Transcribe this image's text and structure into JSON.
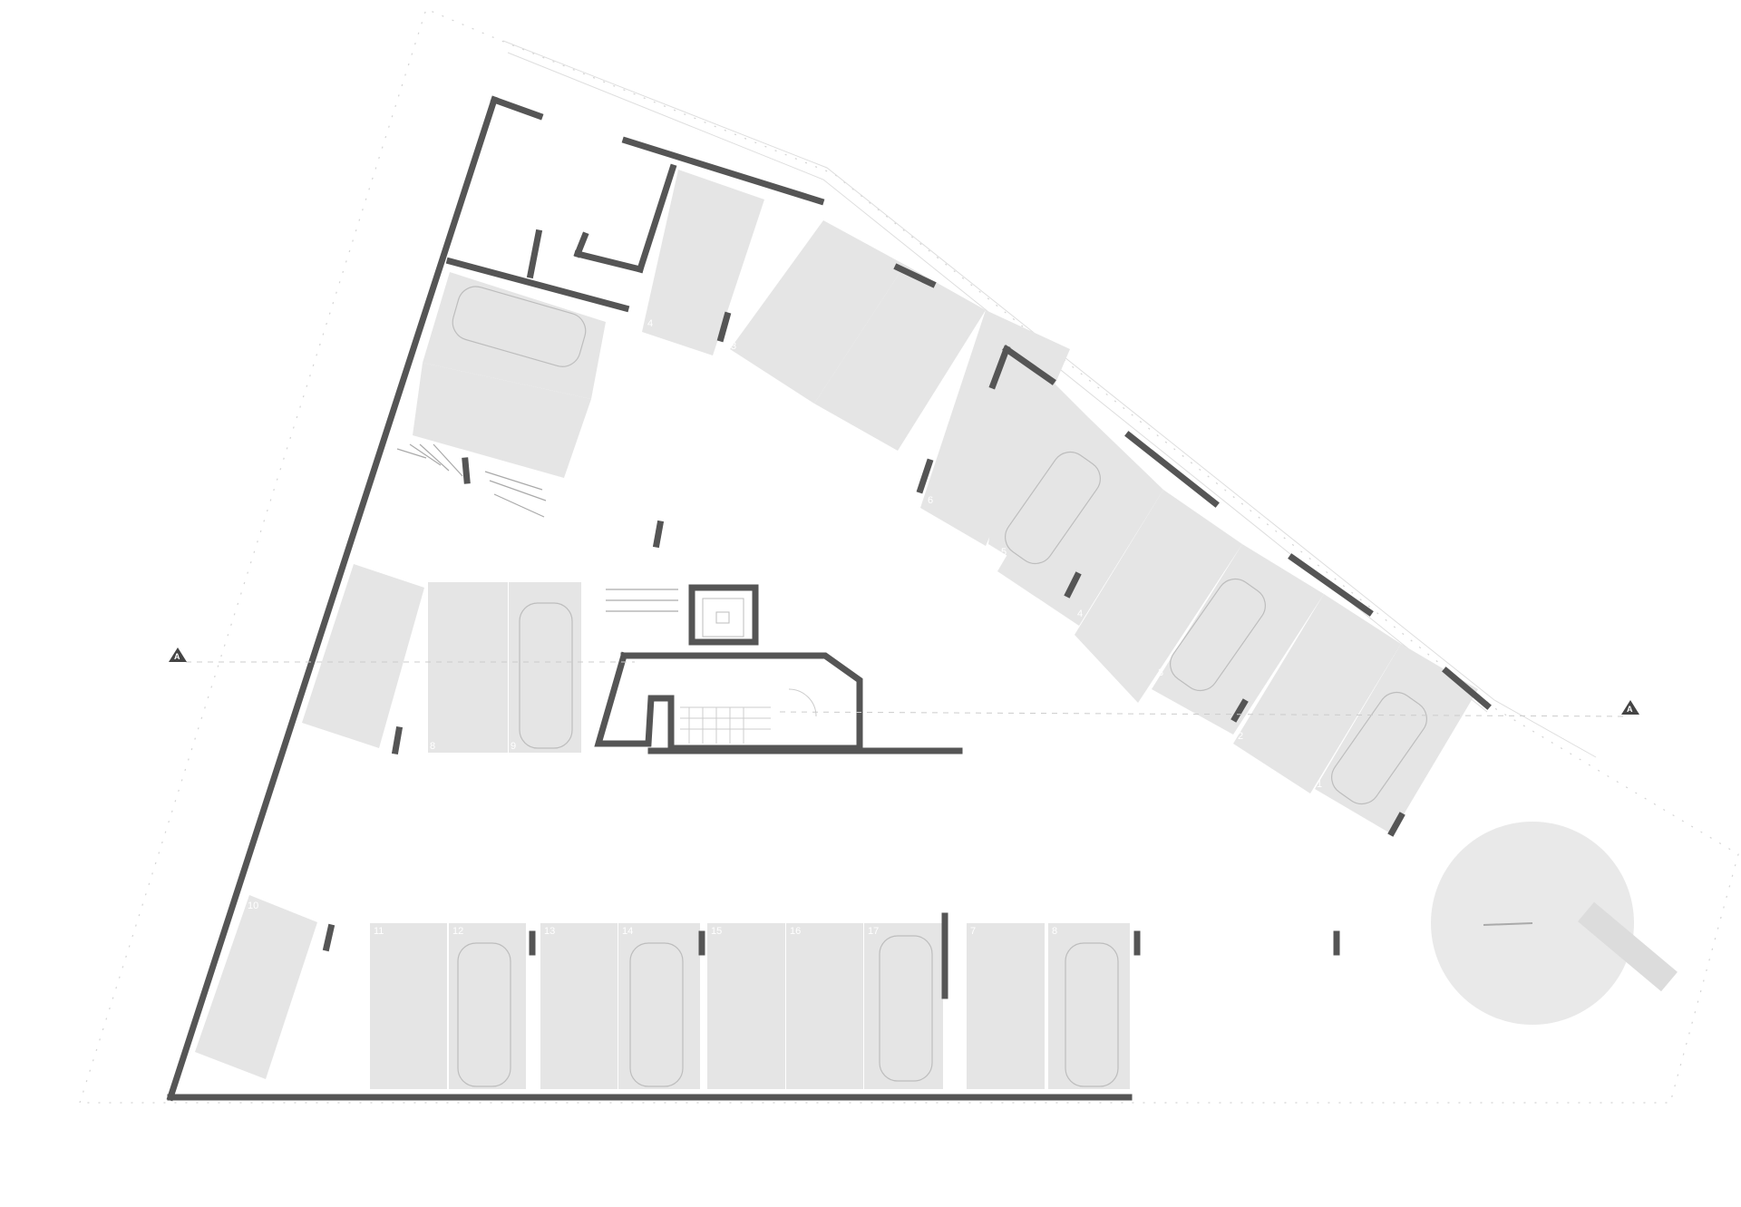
{
  "colors": {
    "background": "#ffffff",
    "wall": "#555555",
    "parking_space": "#e4e4e4",
    "boundary_line": "#cfcfcf",
    "car_outline": "#bdbdbd",
    "section_marker": "#444444"
  },
  "section_markers": {
    "left": "A",
    "right": "A"
  },
  "parking_spaces": {
    "top_row": [
      "4",
      "3",
      "2",
      "1",
      "6",
      "5",
      "4",
      "3",
      "2",
      "1"
    ],
    "left_side": [
      "8",
      "9"
    ],
    "bottom_row": [
      "10",
      "11",
      "12",
      "13",
      "14",
      "15",
      "16",
      "17",
      "7",
      "8"
    ]
  },
  "icons": {
    "stair": "stair-icon",
    "elevator": "elevator-icon",
    "car": "car-icon",
    "bicycle_rack": "bicycle-rack-icon",
    "playground": "playground-icon"
  }
}
